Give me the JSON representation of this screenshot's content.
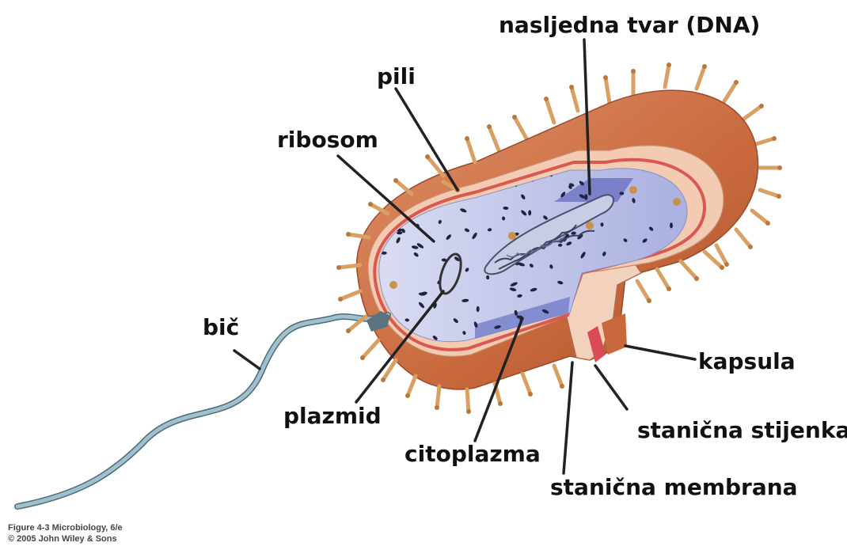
{
  "labels": {
    "dna": "nasljedna tvar (DNA)",
    "pili": "pili",
    "ribosome": "ribosom",
    "flagellum": "bič",
    "plasmid": "plazmid",
    "cytoplasm": "citoplazma",
    "capsule": "kapsula",
    "cell_wall": "stanična stijenka",
    "cell_membrane": "stanična membrana"
  },
  "credit": {
    "line1": "Figure 4-3  Microbiology, 6/e",
    "line2": "© 2005 John Wiley & Sons"
  },
  "colors": {
    "capsule": "#c8683c",
    "wall": "#f2cbb2",
    "membrane": "#d9584f",
    "cytoplasm": "#b7bde6",
    "flagellum": "#7fa4b2",
    "pili": "#d9a064"
  }
}
